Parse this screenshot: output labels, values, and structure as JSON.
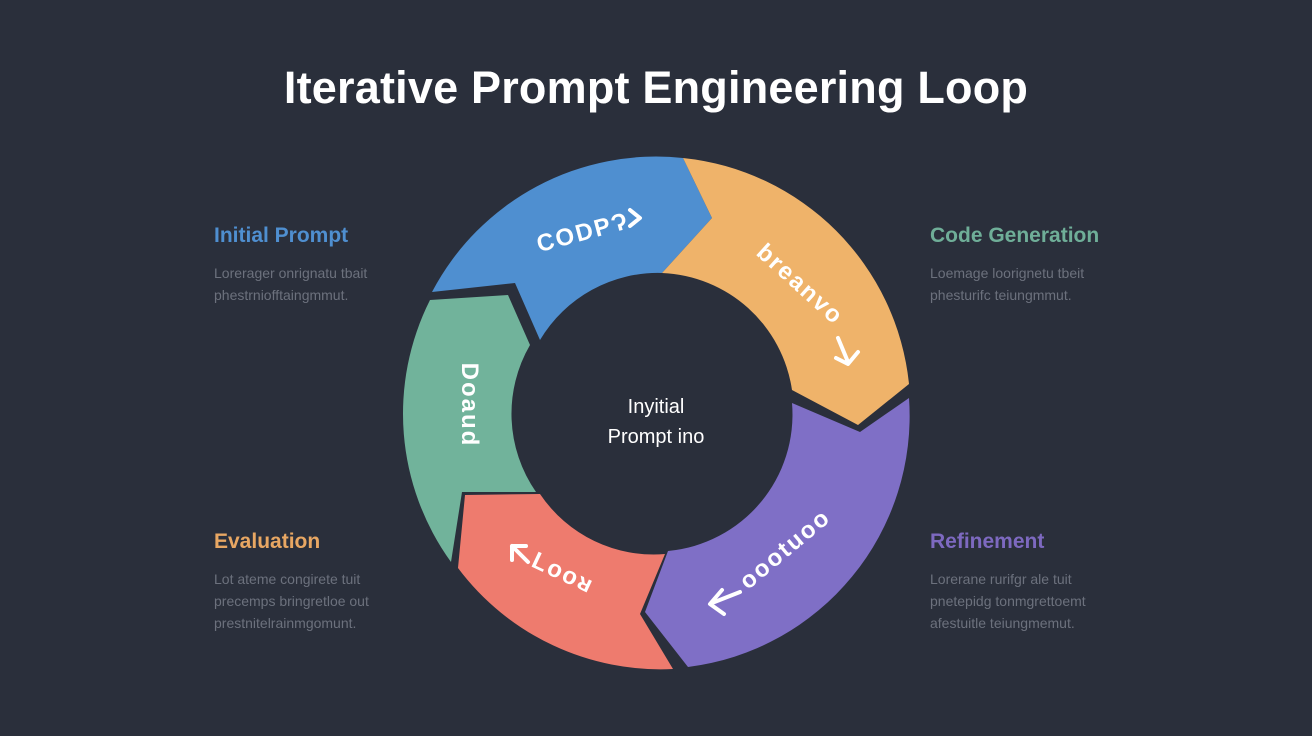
{
  "title": "Iterative Prompt Engineering Loop",
  "blocks": {
    "initial": {
      "heading": "Initial Prompt",
      "color": "#4f8fd0",
      "lines": [
        "Lorerager onrignatu tbait",
        "phestrniofftaingmmut."
      ]
    },
    "codegen": {
      "heading": "Code Generation",
      "color": "#6fae98",
      "lines": [
        "Loemage loorignetu tbeit",
        "phesturifc teiungmmut."
      ]
    },
    "evaluation": {
      "heading": "Evaluation",
      "color": "#e8a763",
      "lines": [
        "Lot ateme congirete tuit",
        "precemps bringretloe out",
        "prestnitelrainmgomunt."
      ]
    },
    "refinement": {
      "heading": "Refinement",
      "color": "#7d69c0",
      "lines": [
        "Lorerane rurifgr ale tuit",
        "pnetepidg tonmgrettoemt",
        "afestuitle teiungmemut."
      ]
    }
  },
  "cycle": {
    "center_lines": [
      "Inyitial",
      "Prompt ino"
    ],
    "segments": [
      {
        "name": "blue",
        "label": "CODPɁ",
        "color": "#4f8fd0"
      },
      {
        "name": "orange",
        "label": "breanvo",
        "color": "#efb36a"
      },
      {
        "name": "purple",
        "label": "oootuoo",
        "color": "#7f6fc6"
      },
      {
        "name": "red",
        "label": "Looᴚ",
        "color": "#ee7b6e"
      },
      {
        "name": "green",
        "label": "Doaud",
        "color": "#71b39b"
      }
    ]
  }
}
